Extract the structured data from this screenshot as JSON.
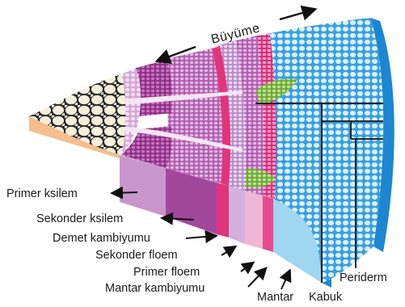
{
  "diagram": {
    "growth_label": "Büyüme",
    "labels": {
      "primer_ksilem": "Primer ksilem",
      "sekonder_ksilem": "Sekonder ksilem",
      "demet_kambiyumu": "Demet kambiyumu",
      "sekonder_floem": "Sekonder floem",
      "primer_floem": "Primer floem",
      "mantar_kambiyumu": "Mantar kambiyumu",
      "mantar": "Mantar",
      "kabuk": "Kabuk",
      "periderm": "Periderm"
    },
    "colors": {
      "pith_cells": "#f3ecd8",
      "pith_side": "#f5be8c",
      "primary_xylem": "#cc99cc",
      "secondary_xylem": "#a8419a",
      "vascular_cambium": "#e0357c",
      "secondary_phloem": "#cf9ad8",
      "primary_phloem": "#7fbf3f",
      "cork_cambium": "#ea4a8f",
      "cork": "#9cd7f2",
      "bark_edge": "#1c86d0"
    }
  }
}
